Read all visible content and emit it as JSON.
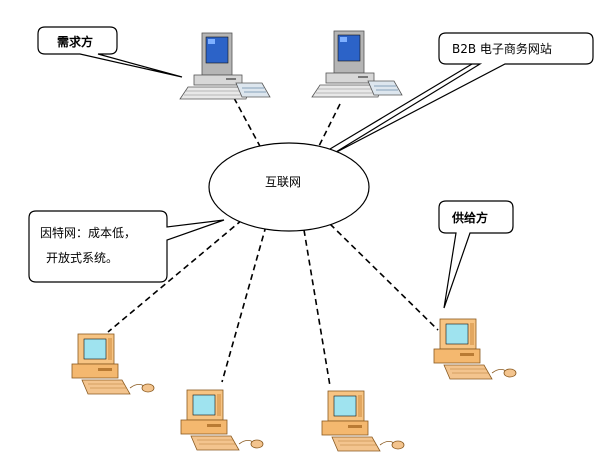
{
  "labels": {
    "demand": "需求方",
    "b2b": "B2B 电子商务网站",
    "internet": "互联网",
    "supply": "供给方",
    "note_line1": "因特网：成本低，",
    "note_line2": "开放式系统。"
  },
  "colors": {
    "gray_case": "#cfcfcf",
    "gray_dark": "#8c8c8c",
    "screen_blue": "#2c63c8",
    "orange_case": "#f7c483",
    "orange_dark": "#b97b34",
    "screen_cyan": "#9fe3ef"
  }
}
